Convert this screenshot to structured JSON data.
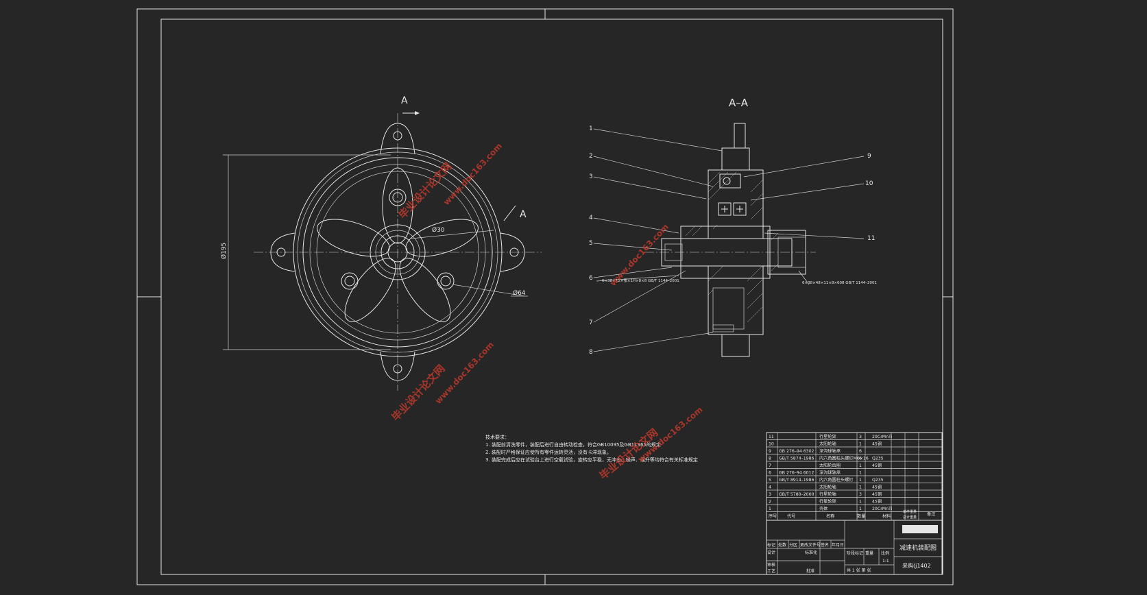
{
  "views": {
    "front_section_mark": "A",
    "side_section_mark": "A",
    "section_view_title": "A–A"
  },
  "dimensions": {
    "overall_height": "Ø195",
    "hub_diameter": "Ø30",
    "bolt_hole": "Ø64"
  },
  "callouts": [
    "1",
    "2",
    "3",
    "4",
    "5",
    "6",
    "7",
    "8",
    "9",
    "10",
    "11"
  ],
  "fit_notes": {
    "left_spline": "6×38×12×张×1H×8×8 GB/T 1144–2001",
    "right_spline": "6×38×48×11×8×608 GB/T 1144–2001"
  },
  "tech_notes": {
    "heading": "技术要求：",
    "lines": [
      "1. 装配前清洗零件，装配后进行自由转动检查，符合GB10095及GB11365的规定",
      "2. 装配时严格保证应使所有零件运转灵活，没有卡滞现象。",
      "3. 装配完成后应在试验台上进行空载试验，旋转应平稳，无冲击、噪声、温升等均符合有关标准规定"
    ]
  },
  "bom": {
    "rows": [
      {
        "no": "11",
        "code": "",
        "name": "行星轮架",
        "qty": "3",
        "material": "20CrMnTi"
      },
      {
        "no": "10",
        "code": "",
        "name": "太阳轮轴",
        "qty": "1",
        "material": "45钢"
      },
      {
        "no": "9",
        "code": "GB 276–94 6302",
        "name": "深沟球轴承",
        "qty": "6",
        "material": ""
      },
      {
        "no": "8",
        "code": "GB/T 5874–1986",
        "name": "内六角圆柱头螺钉M6×16",
        "qty": "6",
        "material": "Q235"
      },
      {
        "no": "7",
        "code": "",
        "name": "太阳轮齿圈",
        "qty": "1",
        "material": "45钢"
      },
      {
        "no": "6",
        "code": "GB 276–94 6012",
        "name": "深沟球轴承",
        "qty": "1",
        "material": ""
      },
      {
        "no": "5",
        "code": "GB/T 8914–1986",
        "name": "内六角圆柱头螺钉",
        "qty": "1",
        "material": "Q235"
      },
      {
        "no": "4",
        "code": "",
        "name": "太阳轮轴",
        "qty": "1",
        "material": "45钢"
      },
      {
        "no": "3",
        "code": "GB/T 5780–2000",
        "name": "行星轮轴",
        "qty": "3",
        "material": "45钢"
      },
      {
        "no": "2",
        "code": "",
        "name": "行星轮架",
        "qty": "1",
        "material": "45钢"
      },
      {
        "no": "1",
        "code": "",
        "name": "壳体",
        "qty": "1",
        "material": "20CrMnTi"
      }
    ],
    "headers": [
      "序号",
      "代号",
      "名称",
      "数量",
      "材料",
      "单件重量",
      "总计重量",
      "备注"
    ]
  },
  "title_block": {
    "title": "减速机装配图",
    "scale_label": "比例",
    "scale": "1:1",
    "drawing_no": "采购(j1402",
    "sheet_info": "共 1 张  第  张",
    "stage_label": "阶段标记",
    "weight_label": "重量",
    "row_labels": [
      "标记",
      "处数",
      "分区",
      "更改文件号",
      "签名",
      "年月日"
    ],
    "design_label": "设计",
    "std_label": "标准化",
    "review_label": "审核",
    "process_label": "工艺",
    "approve_label": "批准"
  },
  "watermarks": [
    "毕业设计论文网",
    "www.doc163.com"
  ]
}
